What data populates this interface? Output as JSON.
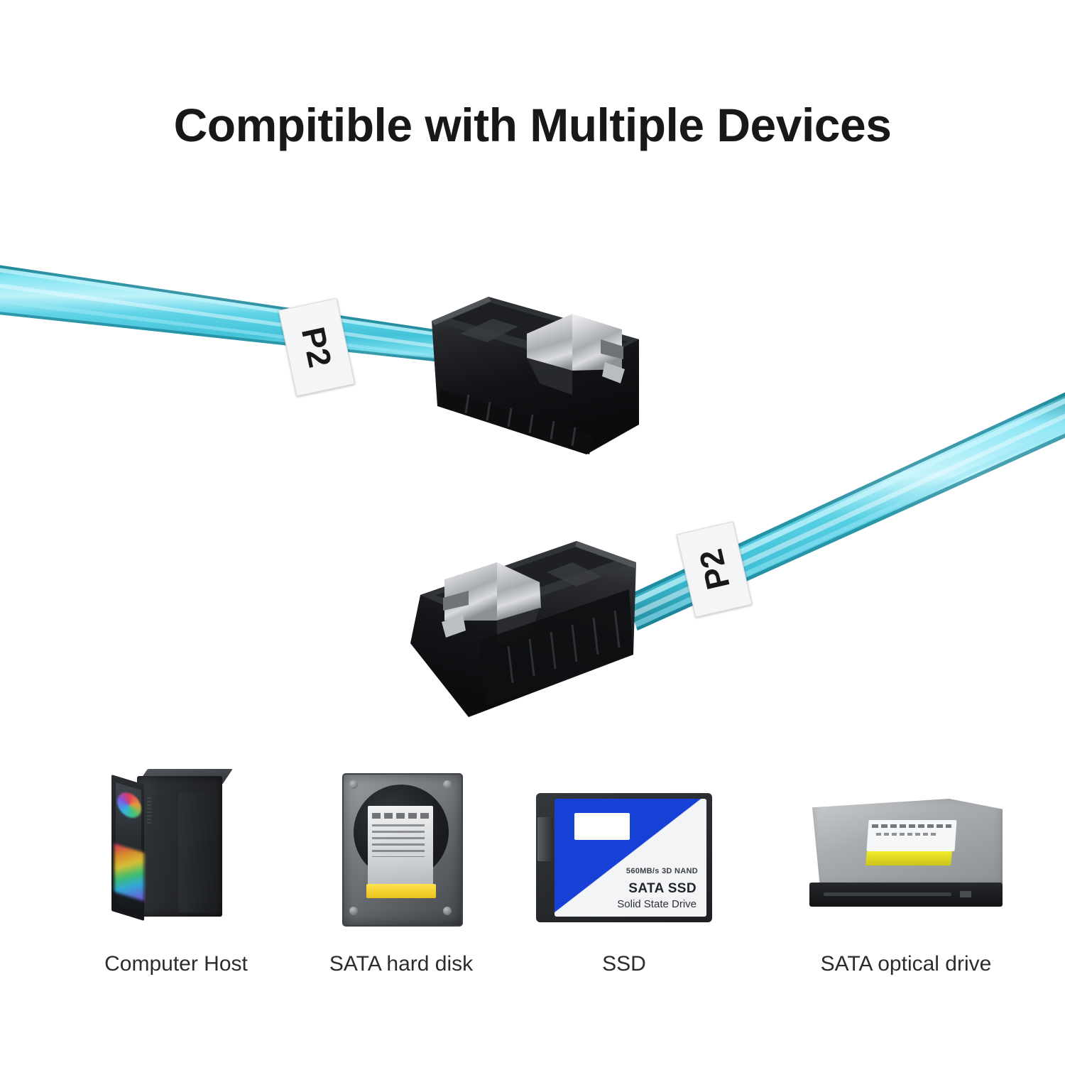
{
  "title": "Compitible with Multiple Devices",
  "cables": {
    "color_hex": "#5CD4E6",
    "color_dark_hex": "#2596A8",
    "labels": [
      {
        "text": "P2",
        "name": "cable-label-p2-upper"
      },
      {
        "text": "P2",
        "name": "cable-label-p2-lower"
      }
    ],
    "connector_color_hex": "#16181a",
    "clip_color_hex": "#c8cacc"
  },
  "devices": [
    {
      "name": "computer-host",
      "caption": "Computer Host"
    },
    {
      "name": "sata-hard-disk",
      "caption": "SATA hard disk"
    },
    {
      "name": "ssd",
      "caption": "SSD"
    },
    {
      "name": "sata-optical-drive",
      "caption": "SATA optical drive"
    }
  ],
  "ssd_label": {
    "small_line": "560MB/s 3D NAND",
    "big_line": "SATA SSD",
    "sub_line": "Solid State Drive"
  },
  "colors": {
    "background": "#ffffff",
    "title_text": "#16181a",
    "caption_text": "#2a2c2e",
    "accent_cyan": "#5CD4E6",
    "ssd_blue": "#1740d6",
    "warranty_yellow": "#ffe44d"
  }
}
